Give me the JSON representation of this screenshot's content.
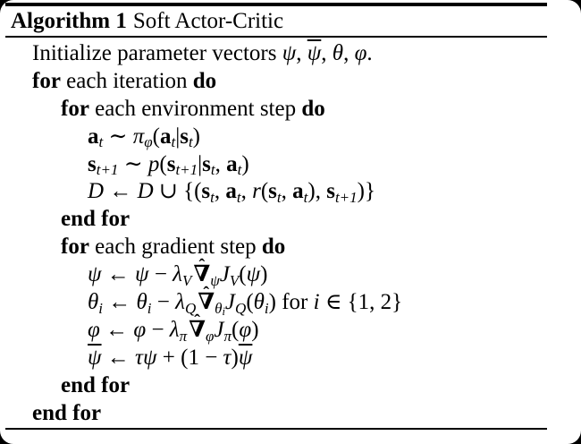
{
  "colors": {
    "ink": "#000000",
    "paper": "#ffffff",
    "frame": "#000000"
  },
  "algorithm": {
    "label": "Algorithm 1",
    "title": "Soft Actor-Critic",
    "lines": [
      {
        "indent": 0,
        "segments": [
          {
            "t": "Initialize parameter vectors ",
            "s": "rm"
          },
          {
            "t": "ψ",
            "s": "it"
          },
          {
            "t": ", ",
            "s": "rm"
          },
          {
            "t": "ψ",
            "s": "bar"
          },
          {
            "t": ", ",
            "s": "rm"
          },
          {
            "t": "θ",
            "s": "it"
          },
          {
            "t": ", ",
            "s": "rm"
          },
          {
            "t": "φ",
            "s": "it"
          },
          {
            "t": ".",
            "s": "rm"
          }
        ]
      },
      {
        "indent": 0,
        "segments": [
          {
            "t": "for",
            "s": "kw"
          },
          {
            "t": " each iteration ",
            "s": "rm"
          },
          {
            "t": "do",
            "s": "kw"
          }
        ]
      },
      {
        "indent": 1,
        "segments": [
          {
            "t": "for",
            "s": "kw"
          },
          {
            "t": " each environment step ",
            "s": "rm"
          },
          {
            "t": "do",
            "s": "kw"
          }
        ]
      },
      {
        "indent": 2,
        "segments": [
          {
            "t": "a",
            "s": "bf"
          },
          {
            "t": "t",
            "s": "sub"
          },
          {
            "t": " ∼ ",
            "s": "rm"
          },
          {
            "t": "π",
            "s": "it"
          },
          {
            "t": "φ",
            "s": "sub"
          },
          {
            "t": "(",
            "s": "rm"
          },
          {
            "t": "a",
            "s": "bf"
          },
          {
            "t": "t",
            "s": "sub"
          },
          {
            "t": "|",
            "s": "rm"
          },
          {
            "t": "s",
            "s": "bf"
          },
          {
            "t": "t",
            "s": "sub"
          },
          {
            "t": ")",
            "s": "rm"
          }
        ]
      },
      {
        "indent": 2,
        "segments": [
          {
            "t": "s",
            "s": "bf"
          },
          {
            "t": "t+1",
            "s": "sub"
          },
          {
            "t": " ∼ ",
            "s": "rm"
          },
          {
            "t": "p",
            "s": "it"
          },
          {
            "t": "(",
            "s": "rm"
          },
          {
            "t": "s",
            "s": "bf"
          },
          {
            "t": "t+1",
            "s": "sub"
          },
          {
            "t": "|",
            "s": "rm"
          },
          {
            "t": "s",
            "s": "bf"
          },
          {
            "t": "t",
            "s": "sub"
          },
          {
            "t": ", ",
            "s": "rm"
          },
          {
            "t": "a",
            "s": "bf"
          },
          {
            "t": "t",
            "s": "sub"
          },
          {
            "t": ")",
            "s": "rm"
          }
        ]
      },
      {
        "indent": 2,
        "segments": [
          {
            "t": "D",
            "s": "cal"
          },
          {
            "t": " ← ",
            "s": "rm"
          },
          {
            "t": "D",
            "s": "cal"
          },
          {
            "t": " ∪ {(",
            "s": "rm"
          },
          {
            "t": "s",
            "s": "bf"
          },
          {
            "t": "t",
            "s": "sub"
          },
          {
            "t": ", ",
            "s": "rm"
          },
          {
            "t": "a",
            "s": "bf"
          },
          {
            "t": "t",
            "s": "sub"
          },
          {
            "t": ", ",
            "s": "rm"
          },
          {
            "t": "r",
            "s": "it"
          },
          {
            "t": "(",
            "s": "rm"
          },
          {
            "t": "s",
            "s": "bf"
          },
          {
            "t": "t",
            "s": "sub"
          },
          {
            "t": ", ",
            "s": "rm"
          },
          {
            "t": "a",
            "s": "bf"
          },
          {
            "t": "t",
            "s": "sub"
          },
          {
            "t": "), ",
            "s": "rm"
          },
          {
            "t": "s",
            "s": "bf"
          },
          {
            "t": "t+1",
            "s": "sub"
          },
          {
            "t": ")}",
            "s": "rm"
          }
        ]
      },
      {
        "indent": 1,
        "segments": [
          {
            "t": "end for",
            "s": "kw"
          }
        ]
      },
      {
        "indent": 1,
        "segments": [
          {
            "t": "for",
            "s": "kw"
          },
          {
            "t": " each gradient step ",
            "s": "rm"
          },
          {
            "t": "do",
            "s": "kw"
          }
        ]
      },
      {
        "indent": 2,
        "segments": [
          {
            "t": "ψ",
            "s": "it"
          },
          {
            "t": " ← ",
            "s": "rm"
          },
          {
            "t": "ψ",
            "s": "it"
          },
          {
            "t": " − ",
            "s": "rm"
          },
          {
            "t": "λ",
            "s": "it"
          },
          {
            "t": "V",
            "s": "sub"
          },
          {
            "t": "∇",
            "s": "hat"
          },
          {
            "t": "ψ",
            "s": "sub"
          },
          {
            "t": "J",
            "s": "it"
          },
          {
            "t": "V",
            "s": "sub"
          },
          {
            "t": "(",
            "s": "rm"
          },
          {
            "t": "ψ",
            "s": "it"
          },
          {
            "t": ")",
            "s": "rm"
          }
        ]
      },
      {
        "indent": 2,
        "segments": [
          {
            "t": "θ",
            "s": "it"
          },
          {
            "t": "i",
            "s": "sub"
          },
          {
            "t": " ← ",
            "s": "rm"
          },
          {
            "t": "θ",
            "s": "it"
          },
          {
            "t": "i",
            "s": "sub"
          },
          {
            "t": " − ",
            "s": "rm"
          },
          {
            "t": "λ",
            "s": "it"
          },
          {
            "t": "Q",
            "s": "sub"
          },
          {
            "t": "∇",
            "s": "hat"
          },
          {
            "t": "θ",
            "s": "sub"
          },
          {
            "t": "i",
            "s": "subsub"
          },
          {
            "t": "J",
            "s": "it"
          },
          {
            "t": "Q",
            "s": "sub"
          },
          {
            "t": "(",
            "s": "rm"
          },
          {
            "t": "θ",
            "s": "it"
          },
          {
            "t": "i",
            "s": "sub"
          },
          {
            "t": ") for ",
            "s": "rm"
          },
          {
            "t": "i",
            "s": "it"
          },
          {
            "t": " ∈ {1, 2}",
            "s": "rm"
          }
        ]
      },
      {
        "indent": 2,
        "segments": [
          {
            "t": "φ",
            "s": "it"
          },
          {
            "t": " ← ",
            "s": "rm"
          },
          {
            "t": "φ",
            "s": "it"
          },
          {
            "t": " − ",
            "s": "rm"
          },
          {
            "t": "λ",
            "s": "it"
          },
          {
            "t": "π",
            "s": "sub"
          },
          {
            "t": "∇",
            "s": "hat"
          },
          {
            "t": "φ",
            "s": "sub"
          },
          {
            "t": "J",
            "s": "it"
          },
          {
            "t": "π",
            "s": "sub"
          },
          {
            "t": "(",
            "s": "rm"
          },
          {
            "t": "φ",
            "s": "it"
          },
          {
            "t": ")",
            "s": "rm"
          }
        ]
      },
      {
        "indent": 2,
        "segments": [
          {
            "t": "ψ",
            "s": "bar"
          },
          {
            "t": " ← ",
            "s": "rm"
          },
          {
            "t": "τψ",
            "s": "it"
          },
          {
            "t": " + (1 − ",
            "s": "rm"
          },
          {
            "t": "τ",
            "s": "it"
          },
          {
            "t": ")",
            "s": "rm"
          },
          {
            "t": "ψ",
            "s": "bar"
          }
        ]
      },
      {
        "indent": 1,
        "segments": [
          {
            "t": "end for",
            "s": "kw"
          }
        ]
      },
      {
        "indent": 0,
        "segments": [
          {
            "t": "end for",
            "s": "kw"
          }
        ]
      }
    ]
  }
}
